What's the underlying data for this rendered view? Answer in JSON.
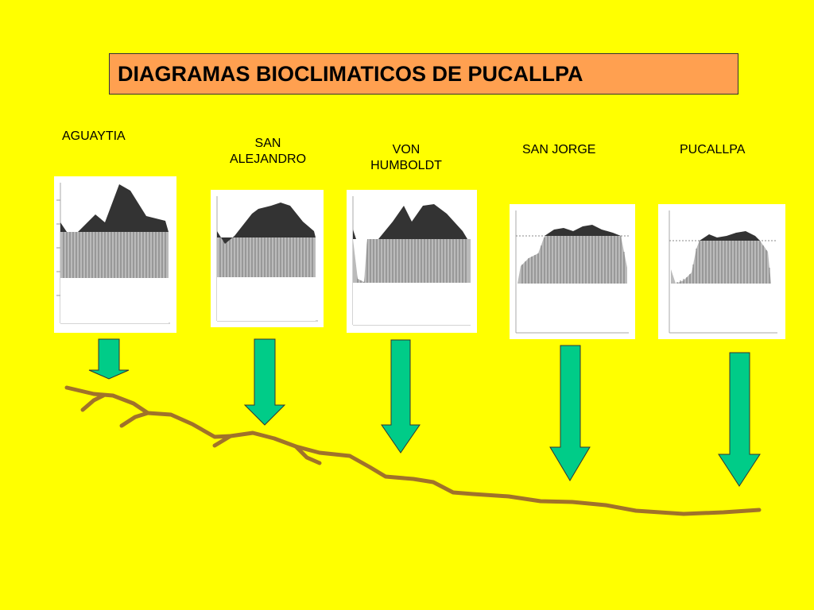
{
  "slide": {
    "title": "DIAGRAMAS BIOCLIMATICOS DE PUCALLPA",
    "background_color": "#ffff00",
    "title_box_color": "#ffa050",
    "arrow_color": "#00cc88",
    "river_color": "#a0722a"
  },
  "stations": [
    {
      "line1": "AGUAYTIA",
      "line2": ""
    },
    {
      "line1": "SAN",
      "line2": "ALEJANDRO"
    },
    {
      "line1": "VON",
      "line2": "HUMBOLDT"
    },
    {
      "line1": "SAN JORGE",
      "line2": ""
    },
    {
      "line1": "PUCALLPA",
      "line2": ""
    }
  ]
}
